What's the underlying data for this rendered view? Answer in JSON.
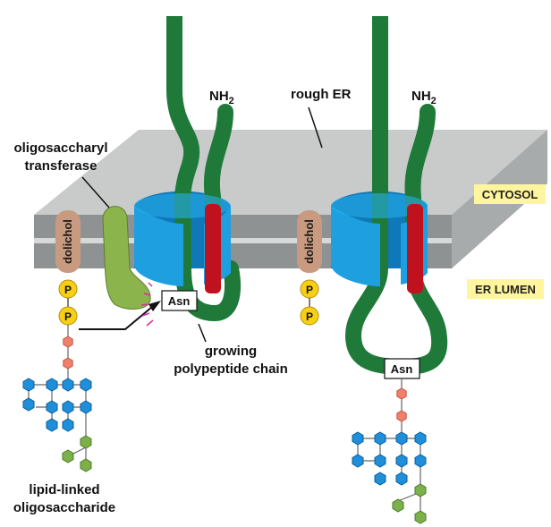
{
  "labels": {
    "rough_er": "rough ER",
    "oligosaccharyl_transferase_line1": "oligosaccharyl",
    "oligosaccharyl_transferase_line2": "transferase",
    "nh2_left": "NH",
    "nh2_left_sub": "2",
    "nh2_right": "NH",
    "nh2_right_sub": "2",
    "cytosol": "CYTOSOL",
    "er_lumen": "ER LUMEN",
    "dolichol_left": "dolichol",
    "dolichol_right": "dolichol",
    "phosphate": "P",
    "asn_left": "Asn",
    "asn_right": "Asn",
    "growing_chain_line1": "growing",
    "growing_chain_line2": "polypeptide chain",
    "lipid_linked_line1": "lipid-linked",
    "lipid_linked_line2": "oligosaccharide"
  },
  "colors": {
    "membrane_top": "#c9cbcb",
    "membrane_band": "#8e9292",
    "chain": "#1f7a3a",
    "translocon": "#1ea0e0",
    "translocon_dark": "#0f78b8",
    "red_segment": "#c0121e",
    "transferase": "#8cb44c",
    "dolichol": "#c89a80",
    "phosphate": "#f6cf16",
    "sugar_blue": "#1e8fd8",
    "sugar_red": "#f0806c",
    "sugar_green": "#7cb04a",
    "tag_bg": "#fff59e"
  }
}
